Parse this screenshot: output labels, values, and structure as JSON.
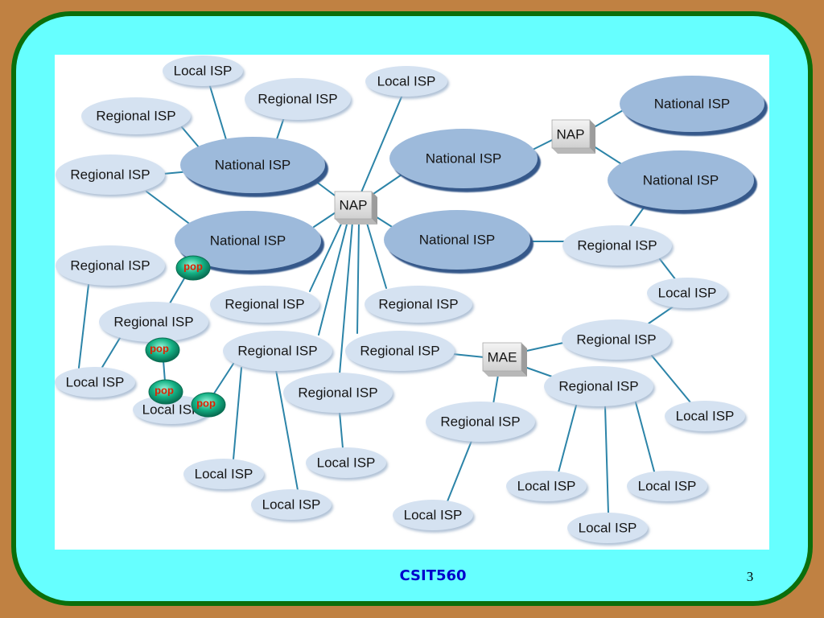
{
  "slide": {
    "footer_text": "CSIT560",
    "page_number": "3"
  },
  "diagram": {
    "national_isps": [
      "National ISP",
      "National ISP",
      "National ISP",
      "National ISP",
      "National ISP",
      "National ISP"
    ],
    "regional_isps": [
      "Regional ISP",
      "Regional ISP",
      "Regional ISP",
      "Regional ISP",
      "Regional ISP",
      "Regional ISP",
      "Regional ISP",
      "Regional ISP",
      "Regional ISP",
      "Regional ISP",
      "Regional ISP",
      "Regional ISP",
      "Regional ISP",
      "Regional ISP"
    ],
    "local_isps": [
      "Local ISP",
      "Local ISP",
      "Local ISP",
      "Local ISP",
      "Local ISP",
      "Local ISP",
      "Local ISP",
      "Local ISP",
      "Local ISP",
      "Local ISP",
      "Local ISP",
      "Local ISP",
      "Local ISP"
    ],
    "exchange_points": [
      "NAP",
      "NAP",
      "MAE"
    ],
    "pops": [
      "pop",
      "pop",
      "pop",
      "pop"
    ]
  },
  "colors": {
    "slide_background": "#c08142",
    "frame_border": "#0b6e0b",
    "frame_fill": "#66ffff",
    "canvas": "#ffffff",
    "link_line": "#2c84a8",
    "national_isp_fill": "#9dbadb",
    "regional_local_fill": "#d5e2f1",
    "exchange_box": "#e4e4e4",
    "pop_text": "#e02000",
    "footer_text": "#0000cc"
  }
}
